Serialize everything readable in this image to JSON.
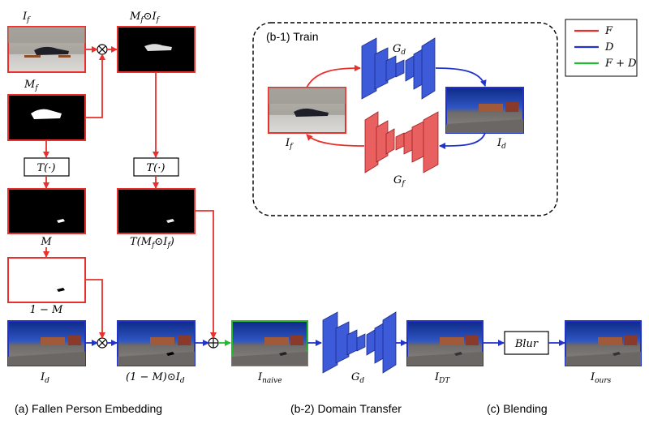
{
  "images": {
    "I_f": {
      "label": "I",
      "sub": "f"
    },
    "Mf_If": {
      "label": "M",
      "sub": "f",
      "rest": "⊙I",
      "sub2": "f"
    },
    "M_f": {
      "label": "M",
      "sub": "f"
    },
    "T1": "T(·)",
    "T2": "T(·)",
    "M": "M",
    "T_M_If": {
      "pre": "T(M",
      "sub": "f",
      "mid": "⊙I",
      "sub2": "f",
      "post": ")"
    },
    "one_minus_M": "1 − M",
    "I_d": {
      "label": "I",
      "sub": "d"
    },
    "one_minus_M_Id": {
      "pre": "(1 − M)⊙I",
      "sub": "d"
    },
    "I_naive": {
      "label": "I",
      "sub": "naive"
    },
    "G_d": {
      "label": "G",
      "sub": "d"
    },
    "I_DT": {
      "label": "I",
      "sub": "DT"
    },
    "blur": "Blur",
    "I_ours": {
      "label": "I",
      "sub": "ours"
    }
  },
  "train": {
    "title": "(b-1)  Train",
    "G_d": {
      "label": "G",
      "sub": "d"
    },
    "G_f": {
      "label": "G",
      "sub": "f"
    },
    "I_f": {
      "label": "I",
      "sub": "f"
    },
    "I_d": {
      "label": "I",
      "sub": "d"
    }
  },
  "legend": [
    {
      "label": "F",
      "color": "#e8302c"
    },
    {
      "label": "D",
      "color": "#2233cc"
    },
    {
      "label": "F + D",
      "color": "#22bb33"
    }
  ],
  "captions": {
    "a": "(a)  Fallen Person Embedding",
    "b2": "(b-2)  Domain Transfer",
    "c": "(c)  Blending"
  },
  "colors": {
    "red": "#e8302c",
    "blue": "#2233cc",
    "green": "#22bb33",
    "blue_fill": "#3d5bd8",
    "red_fill": "#e86060"
  }
}
